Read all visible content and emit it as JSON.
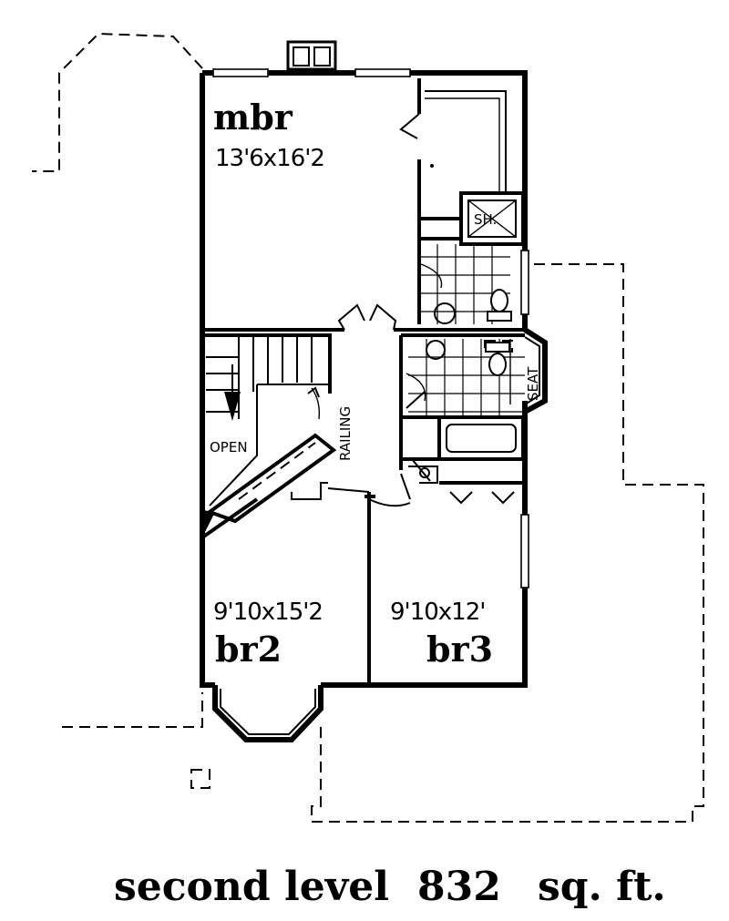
{
  "rooms": {
    "mbr": {
      "name": "mbr",
      "dims": "13'6x16'2"
    },
    "br2": {
      "name": "br2",
      "dims": "9'10x15'2"
    },
    "br3": {
      "name": "br3",
      "dims": "9'10x12'"
    }
  },
  "labels": {
    "shower": "SH.",
    "open": "OPEN",
    "railing": "RAILING",
    "seat": "SEAT"
  },
  "caption": {
    "level": "second level",
    "area": "832",
    "unit": "sq. ft."
  }
}
